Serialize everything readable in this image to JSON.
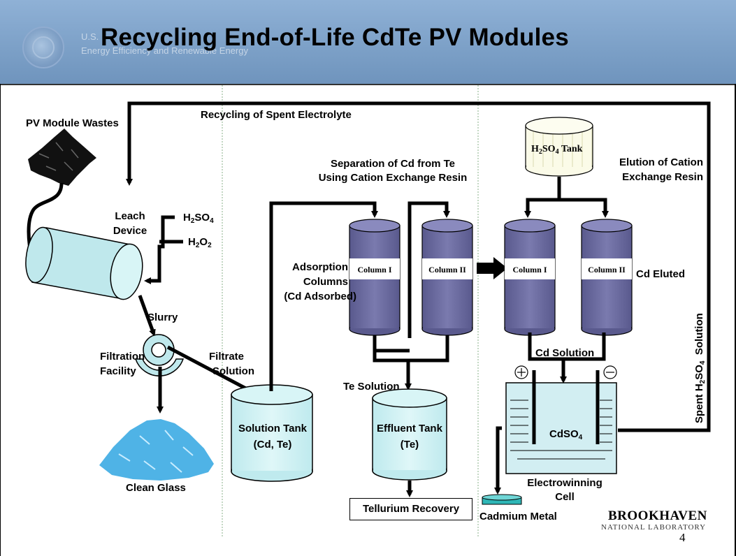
{
  "header": {
    "title": "Recycling End-of-Life CdTe PV Modules",
    "agency_line1": "U.S.",
    "agency_line2": "Energy Efficiency and Renewable Energy"
  },
  "labels": {
    "pv_wastes": "PV Module Wastes",
    "recycling": "Recycling of Spent Electrolyte",
    "leach": "Leach",
    "device": "Device",
    "h2so4_a": "H",
    "h2so4_a_sub1": "2",
    "h2so4_a_mid": "SO",
    "h2so4_a_sub2": "4",
    "h2o2_a": "H",
    "h2o2_a_sub1": "2",
    "h2o2_a_mid": "O",
    "h2o2_a_sub2": "2",
    "slurry": "Slurry",
    "filtration": "Filtration",
    "facility": "Facility",
    "filtrate": "Filtrate",
    "solution": "Solution",
    "clean_glass": "Clean Glass",
    "solution_tank_1": "Solution Tank",
    "solution_tank_2": "(Cd, Te)",
    "separation_1": "Separation of Cd from Te",
    "separation_2": "Using Cation Exchange Resin",
    "adsorption_1": "Adsorption",
    "adsorption_2": "Columns",
    "adsorption_3": "(Cd Adsorbed)",
    "column_i": "Column I",
    "column_ii": "Column II",
    "te_solution": "Te Solution",
    "effluent_1": "Effluent Tank",
    "effluent_2": "(Te)",
    "tellurium_recovery": "Tellurium Recovery",
    "tank_h": "H",
    "tank_sub1": "2",
    "tank_so": "SO",
    "tank_sub2": "4",
    "tank_word": " Tank",
    "elution_1": "Elution of Cation",
    "elution_2": "Exchange Resin",
    "cd_eluted": "Cd Eluted",
    "cd_solution": "Cd Solution",
    "cdso4": "CdSO",
    "cdso4_sub": "4",
    "electrowinning_1": "Electrowinning",
    "electrowinning_2": "Cell",
    "cadmium_metal": "Cadmium Metal",
    "spent_1": "Spent H",
    "spent_sub1": "2",
    "spent_2": "SO",
    "spent_sub2": "4",
    "spent_3": "  Solution",
    "plus_sign": "+",
    "minus_sign": "−"
  },
  "logo": {
    "main": "BROOKHAVEN",
    "sub": "NATIONAL LABORATORY"
  },
  "page_number": "4",
  "colors": {
    "header_blue": "#7da1c8",
    "column_purple": "#6b6b9c",
    "tank_cyan": "#c8eef0",
    "glass_blue": "#4fb3e6",
    "arrow_black": "#000000"
  }
}
